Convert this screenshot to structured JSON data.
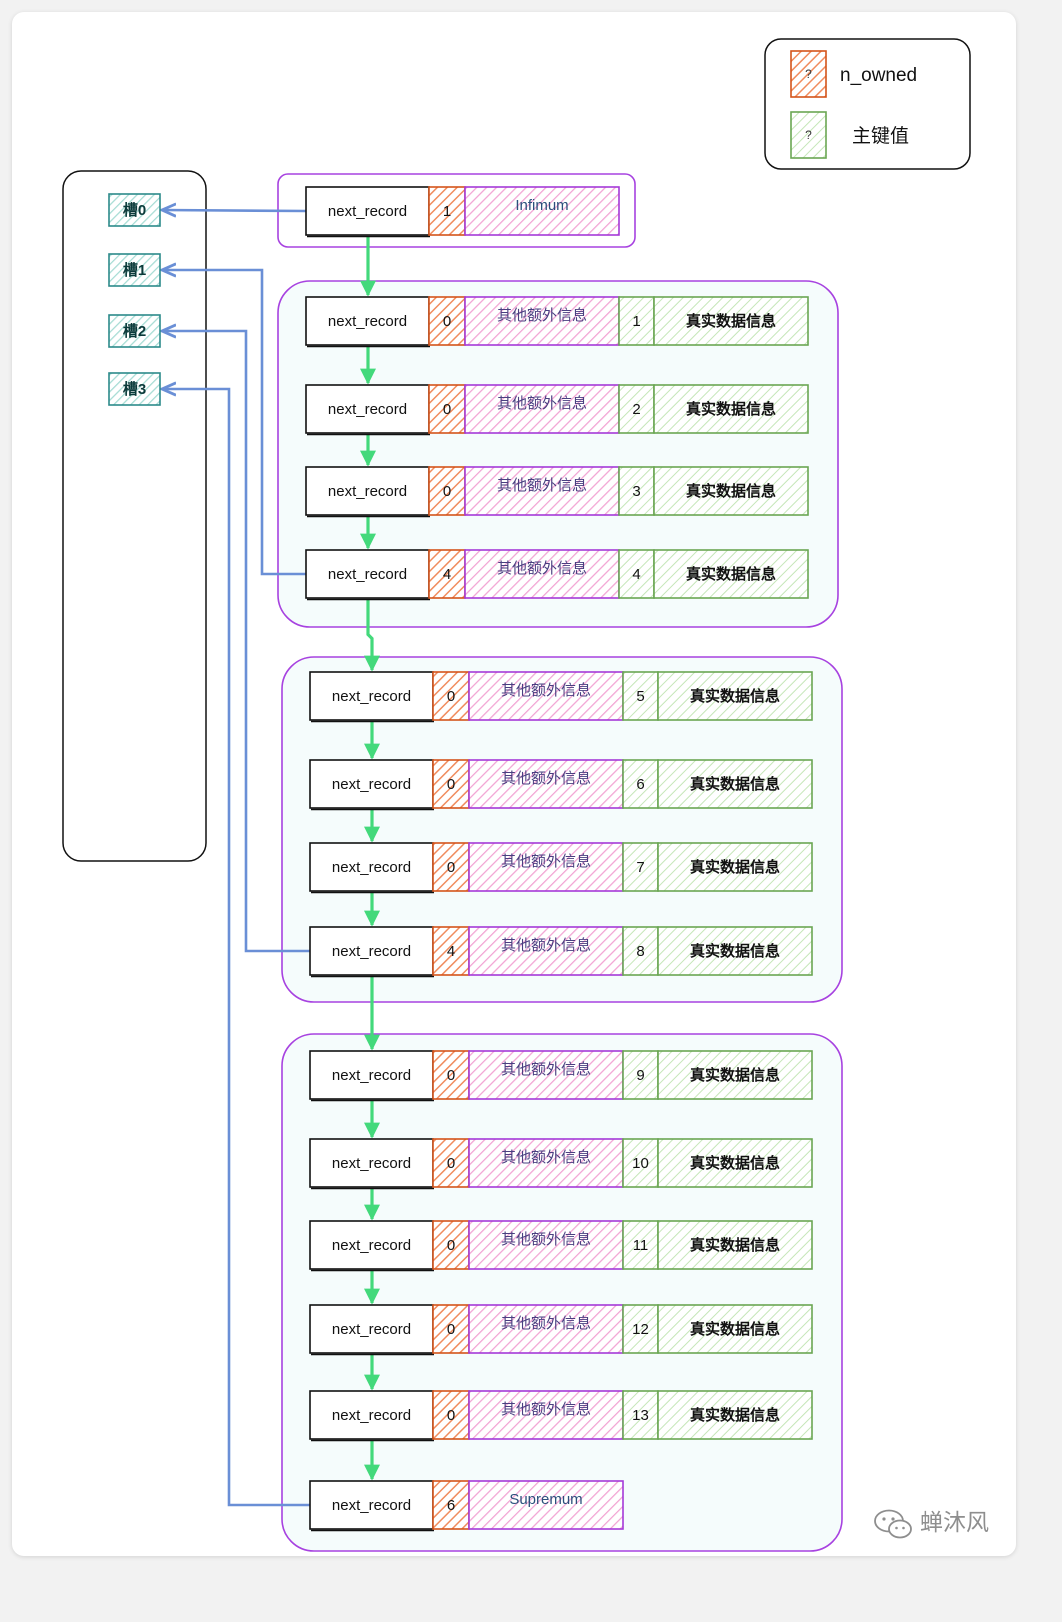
{
  "legend": {
    "items": [
      {
        "key": "n_owned",
        "symbol": "?",
        "label": "n_owned"
      },
      {
        "key": "pk",
        "symbol": "?",
        "label": "主键值"
      }
    ]
  },
  "directory": {
    "slots": [
      "槽0",
      "槽1",
      "槽2",
      "槽3"
    ]
  },
  "infimum": {
    "next": "next_record",
    "n_owned": "1",
    "label": "Infimum"
  },
  "groups": [
    {
      "records": [
        {
          "next": "next_record",
          "n_owned": "0",
          "extra": "其他额外信息",
          "key": "1",
          "data": "真实数据信息"
        },
        {
          "next": "next_record",
          "n_owned": "0",
          "extra": "其他额外信息",
          "key": "2",
          "data": "真实数据信息"
        },
        {
          "next": "next_record",
          "n_owned": "0",
          "extra": "其他额外信息",
          "key": "3",
          "data": "真实数据信息"
        },
        {
          "next": "next_record",
          "n_owned": "4",
          "extra": "其他额外信息",
          "key": "4",
          "data": "真实数据信息"
        }
      ]
    },
    {
      "records": [
        {
          "next": "next_record",
          "n_owned": "0",
          "extra": "其他额外信息",
          "key": "5",
          "data": "真实数据信息"
        },
        {
          "next": "next_record",
          "n_owned": "0",
          "extra": "其他额外信息",
          "key": "6",
          "data": "真实数据信息"
        },
        {
          "next": "next_record",
          "n_owned": "0",
          "extra": "其他额外信息",
          "key": "7",
          "data": "真实数据信息"
        },
        {
          "next": "next_record",
          "n_owned": "4",
          "extra": "其他额外信息",
          "key": "8",
          "data": "真实数据信息"
        }
      ]
    },
    {
      "records": [
        {
          "next": "next_record",
          "n_owned": "0",
          "extra": "其他额外信息",
          "key": "9",
          "data": "真实数据信息"
        },
        {
          "next": "next_record",
          "n_owned": "0",
          "extra": "其他额外信息",
          "key": "10",
          "data": "真实数据信息"
        },
        {
          "next": "next_record",
          "n_owned": "0",
          "extra": "其他额外信息",
          "key": "11",
          "data": "真实数据信息"
        },
        {
          "next": "next_record",
          "n_owned": "0",
          "extra": "其他额外信息",
          "key": "12",
          "data": "真实数据信息"
        },
        {
          "next": "next_record",
          "n_owned": "0",
          "extra": "其他额外信息",
          "key": "13",
          "data": "真实数据信息"
        }
      ]
    }
  ],
  "supremum": {
    "next": "next_record",
    "n_owned": "6",
    "label": "Supremum"
  },
  "watermark": {
    "text": "蝉沐风"
  },
  "colors": {
    "n_owned": "#d4541b",
    "n_owned_fill": "#f6a07e",
    "extra": "#a53ad8",
    "extra_fill": "#f29ad0",
    "pk": "#6aa653",
    "pk_fill": "#b9e0a9",
    "slot": "#2c8a8a",
    "slot_fill": "#a6dcd4",
    "group_border": "#a742e0",
    "group_fill": "#f5fcfc",
    "chain_arrow": "#43d97b",
    "slot_arrow": "#6a8fd6",
    "record_border": "#111111"
  }
}
